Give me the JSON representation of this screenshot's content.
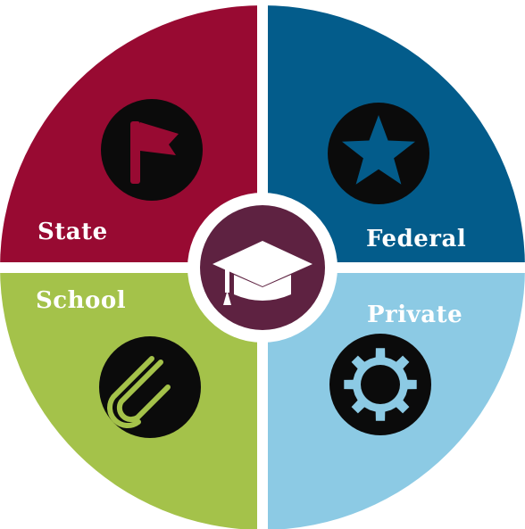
{
  "quadrants": {
    "state": {
      "label": "State",
      "color": "#980A32",
      "icon": "flag-icon"
    },
    "federal": {
      "label": "Federal",
      "color": "#035C8B",
      "icon": "star-icon"
    },
    "school": {
      "label": "School",
      "color": "#A4C24A",
      "icon": "paper-clip-icon"
    },
    "private": {
      "label": "Private",
      "color": "#8CCAE4",
      "icon": "gear-icon"
    }
  },
  "center": {
    "color": "#5E2241",
    "icon": "graduation-cap-icon"
  },
  "icon_disc_color": "#0B0B0B",
  "divider_color": "#FFFFFF"
}
